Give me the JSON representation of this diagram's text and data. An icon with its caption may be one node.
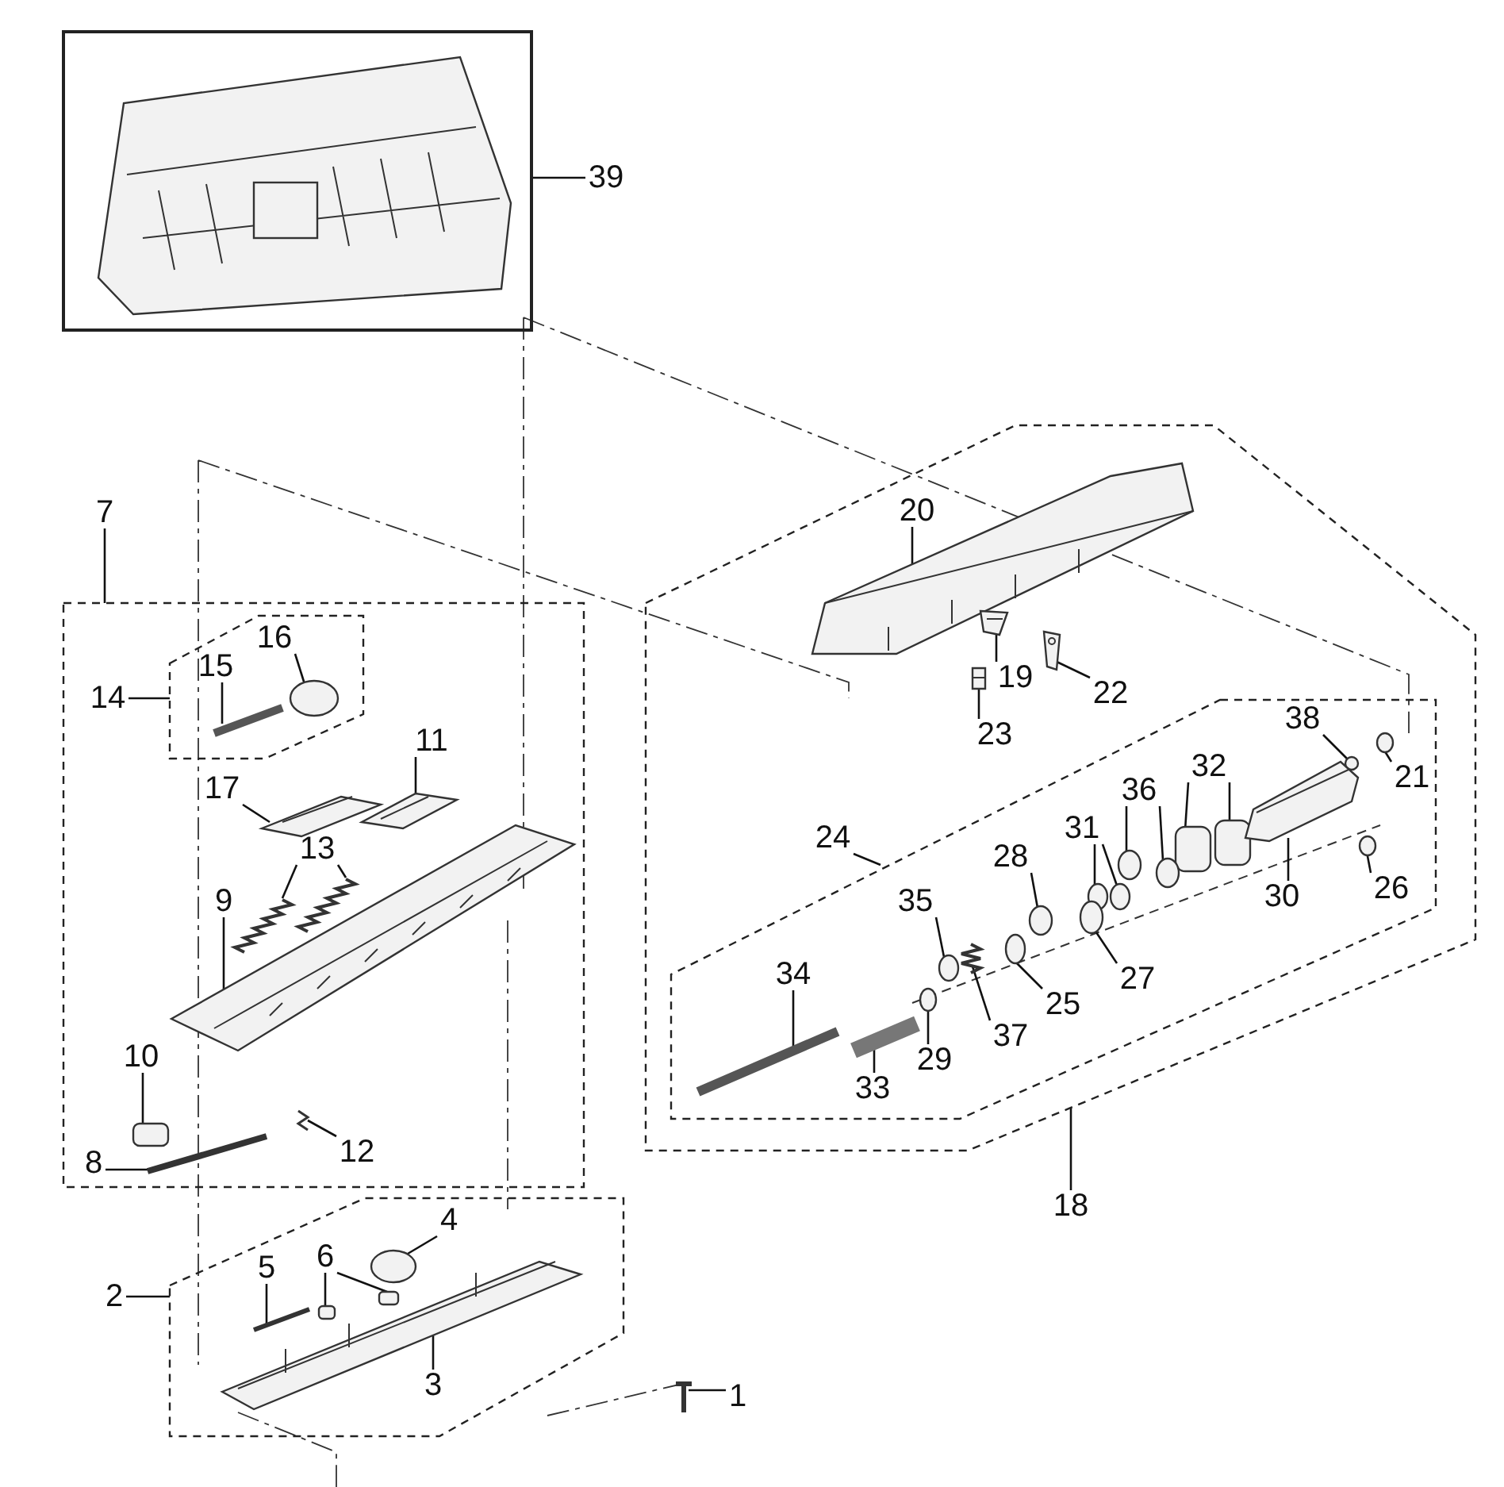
{
  "diagram": {
    "nodes": [
      {
        "text": [],
        "shape": "box"
      },
      {
        "text": [
          "39"
        ]
      },
      {
        "text": [
          "7"
        ]
      },
      {
        "text": [],
        "shape": "box"
      },
      {
        "text": [
          "14"
        ],
        "in": 3
      },
      {
        "text": [],
        "shape": "box",
        "in": 3
      },
      {
        "text": [
          "15"
        ],
        "in": 5
      },
      {
        "text": [
          "16"
        ],
        "in": 5
      },
      {
        "text": [
          "17"
        ],
        "in": 3
      },
      {
        "text": [
          "11"
        ],
        "in": 3
      },
      {
        "text": [
          "13"
        ],
        "in": 3
      },
      {
        "text": [
          "9"
        ],
        "in": 3
      },
      {
        "text": [
          "10"
        ],
        "in": 3
      },
      {
        "text": [
          "12"
        ],
        "in": 3
      },
      {
        "text": [
          "8"
        ],
        "in": 3
      },
      {
        "text": [],
        "shape": "box"
      },
      {
        "text": [
          "20"
        ],
        "in": 15
      },
      {
        "text": [
          "19"
        ],
        "in": 15
      },
      {
        "text": [
          "22"
        ],
        "in": 15
      },
      {
        "text": [
          "23"
        ],
        "in": 15
      },
      {
        "text": [
          "24"
        ],
        "in": 15
      },
      {
        "text": [],
        "shape": "box",
        "in": 15
      },
      {
        "text": [
          "38"
        ],
        "in": 21
      },
      {
        "text": [
          "21"
        ],
        "in": 21
      },
      {
        "text": [
          "32"
        ],
        "in": 21
      },
      {
        "text": [
          "36"
        ],
        "in": 21
      },
      {
        "text": [
          "31"
        ],
        "in": 21
      },
      {
        "text": [
          "28"
        ],
        "in": 21
      },
      {
        "text": [
          "35"
        ],
        "in": 21
      },
      {
        "text": [
          "30"
        ],
        "in": 21
      },
      {
        "text": [
          "26"
        ],
        "in": 21
      },
      {
        "text": [
          "27"
        ],
        "in": 21
      },
      {
        "text": [
          "25"
        ],
        "in": 21
      },
      {
        "text": [
          "37"
        ],
        "in": 21
      },
      {
        "text": [
          "34"
        ],
        "in": 21
      },
      {
        "text": [
          "29"
        ],
        "in": 21
      },
      {
        "text": [
          "33"
        ],
        "in": 21
      },
      {
        "text": [
          "18"
        ]
      },
      {
        "text": [
          "2"
        ]
      },
      {
        "text": [],
        "shape": "box"
      },
      {
        "text": [
          "4"
        ],
        "in": 39
      },
      {
        "text": [
          "6"
        ],
        "in": 39
      },
      {
        "text": [
          "5"
        ],
        "in": 39
      },
      {
        "text": [
          "3"
        ],
        "in": 39
      },
      {
        "text": [
          "1"
        ]
      },
      {
        "text": [],
        "shape": "picture",
        "in": 5
      },
      {
        "text": [],
        "shape": "circle",
        "in": 5
      },
      {
        "text": [],
        "shape": "picture",
        "in": 3
      },
      {
        "text": [],
        "shape": "picture",
        "in": 3
      },
      {
        "text": [],
        "shape": "picture",
        "in": 3
      },
      {
        "text": [],
        "shape": "picture",
        "in": 3
      },
      {
        "text": [],
        "shape": "picture",
        "in": 3
      },
      {
        "text": [],
        "shape": "box",
        "in": 3
      },
      {
        "text": [],
        "shape": "picture",
        "in": 3
      },
      {
        "text": [],
        "shape": "picture",
        "in": 3
      },
      {
        "text": [],
        "shape": "picture",
        "in": 15
      },
      {
        "text": [],
        "shape": "picture",
        "in": 15
      },
      {
        "text": [],
        "shape": "picture",
        "in": 15
      },
      {
        "text": [],
        "shape": "picture",
        "in": 15
      },
      {
        "text": [],
        "shape": "circle",
        "in": 21
      },
      {
        "text": [],
        "shape": "circle",
        "in": 21
      },
      {
        "text": [],
        "shape": "box",
        "in": 21
      },
      {
        "text": [],
        "shape": "box",
        "in": 21
      },
      {
        "text": [],
        "shape": "circle",
        "in": 21
      },
      {
        "text": [],
        "shape": "circle",
        "in": 21
      },
      {
        "text": [],
        "shape": "circle",
        "in": 21
      },
      {
        "text": [],
        "shape": "circle",
        "in": 21
      },
      {
        "text": [],
        "shape": "circle",
        "in": 21
      },
      {
        "text": [],
        "shape": "circle",
        "in": 21
      },
      {
        "text": [],
        "shape": "picture",
        "in": 21
      },
      {
        "text": [],
        "shape": "circle",
        "in": 21
      },
      {
        "text": [],
        "shape": "circle",
        "in": 21
      },
      {
        "text": [],
        "shape": "circle",
        "in": 21
      },
      {
        "text": [],
        "shape": "picture",
        "in": 21
      },
      {
        "text": [],
        "shape": "picture",
        "in": 21
      },
      {
        "text": [],
        "shape": "circle",
        "in": 21
      },
      {
        "text": [],
        "shape": "picture",
        "in": 21
      },
      {
        "text": [],
        "shape": "circle",
        "in": 39
      },
      {
        "text": [],
        "shape": "box",
        "in": 39
      },
      {
        "text": [],
        "shape": "box",
        "in": 39
      },
      {
        "text": [],
        "shape": "picture",
        "in": 39
      },
      {
        "text": [],
        "shape": "picture",
        "in": 39
      },
      {
        "text": [],
        "shape": "picture"
      }
    ],
    "edges": [
      {
        "from": 1,
        "to": 0,
        "arrow": "none"
      },
      {
        "from": 2,
        "to": 3,
        "arrow": "none"
      },
      {
        "from": 4,
        "to": 5,
        "arrow": "none"
      },
      {
        "from": 6,
        "to": 45,
        "arrow": "none"
      },
      {
        "from": 7,
        "to": 46,
        "arrow": "none"
      },
      {
        "from": 8,
        "to": 47,
        "arrow": "none"
      },
      {
        "from": 9,
        "to": 48,
        "arrow": "none"
      },
      {
        "from": 10,
        "to": 49,
        "arrow": "none"
      },
      {
        "from": 10,
        "to": 50,
        "arrow": "none"
      },
      {
        "from": 11,
        "to": 51,
        "arrow": "none"
      },
      {
        "from": 12,
        "to": 52,
        "arrow": "none"
      },
      {
        "from": 13,
        "to": 53,
        "arrow": "none"
      },
      {
        "from": 14,
        "to": 54,
        "arrow": "none"
      },
      {
        "from": 16,
        "to": 55,
        "arrow": "none"
      },
      {
        "from": 17,
        "to": 56,
        "arrow": "none"
      },
      {
        "from": 18,
        "to": 57,
        "arrow": "none"
      },
      {
        "from": 19,
        "to": 58,
        "arrow": "none"
      },
      {
        "from": 20,
        "to": 21,
        "arrow": "none"
      },
      {
        "from": 22,
        "to": 59,
        "arrow": "none"
      },
      {
        "from": 23,
        "to": 60,
        "arrow": "none"
      },
      {
        "from": 24,
        "to": 61,
        "arrow": "none"
      },
      {
        "from": 24,
        "to": 62,
        "arrow": "none"
      },
      {
        "from": 25,
        "to": 63,
        "arrow": "none"
      },
      {
        "from": 25,
        "to": 64,
        "arrow": "none"
      },
      {
        "from": 26,
        "to": 65,
        "arrow": "none"
      },
      {
        "from": 26,
        "to": 66,
        "arrow": "none"
      },
      {
        "from": 27,
        "to": 67,
        "arrow": "none"
      },
      {
        "from": 28,
        "to": 68,
        "arrow": "none"
      },
      {
        "from": 29,
        "to": 69,
        "arrow": "none"
      },
      {
        "from": 30,
        "to": 70,
        "arrow": "none"
      },
      {
        "from": 31,
        "to": 71,
        "arrow": "none"
      },
      {
        "from": 32,
        "to": 72,
        "arrow": "none"
      },
      {
        "from": 33,
        "to": 73,
        "arrow": "none"
      },
      {
        "from": 34,
        "to": 74,
        "arrow": "none"
      },
      {
        "from": 35,
        "to": 75,
        "arrow": "none"
      },
      {
        "from": 36,
        "to": 76,
        "arrow": "none"
      },
      {
        "from": 37,
        "to": 15,
        "arrow": "none"
      },
      {
        "from": 38,
        "to": 39,
        "arrow": "none"
      },
      {
        "from": 40,
        "to": 77,
        "arrow": "none"
      },
      {
        "from": 41,
        "to": 78,
        "arrow": "none"
      },
      {
        "from": 41,
        "to": 79,
        "arrow": "none"
      },
      {
        "from": 42,
        "to": 80,
        "arrow": "none"
      },
      {
        "from": 43,
        "to": 81,
        "arrow": "none"
      },
      {
        "from": 44,
        "to": 82,
        "arrow": "none"
      }
    ]
  }
}
